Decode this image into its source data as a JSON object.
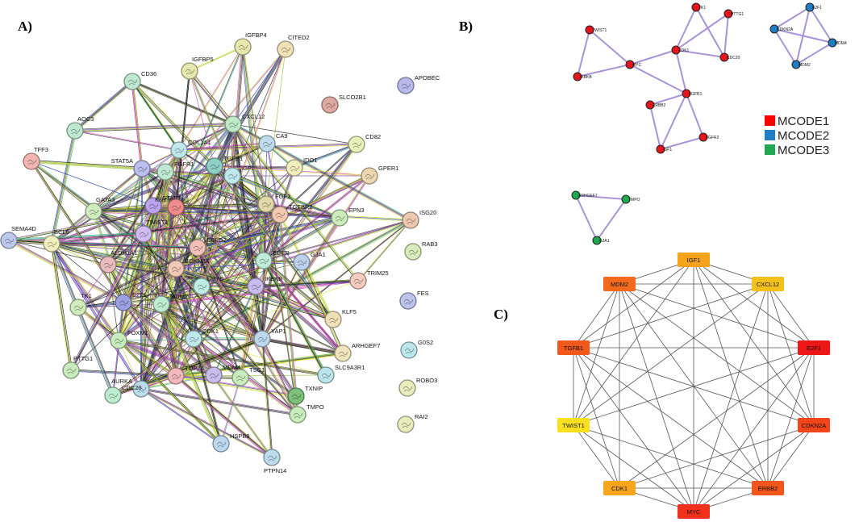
{
  "panel_labels": [
    "A)",
    "B)",
    "C)"
  ],
  "panelA": {
    "nodes": [
      {
        "id": "IGFBP4",
        "color": "#e6e8b0"
      },
      {
        "id": "CITED2",
        "color": "#f0e2b6"
      },
      {
        "id": "IGFBP5",
        "color": "#e6e8b0"
      },
      {
        "id": "APOBEC",
        "color": "#b7b9e8"
      },
      {
        "id": "CD36",
        "color": "#bfe8d0"
      },
      {
        "id": "SLCO2B1",
        "color": "#dfa9a0"
      },
      {
        "id": "AOC3",
        "color": "#bfe8d0"
      },
      {
        "id": "CXCL12",
        "color": "#bfe8c8"
      },
      {
        "id": "CA9",
        "color": "#bfdcec"
      },
      {
        "id": "CD82",
        "color": "#e6f0b8"
      },
      {
        "id": "TFF3",
        "color": "#f2b6b0"
      },
      {
        "id": "COL1A1",
        "color": "#bfe8ec"
      },
      {
        "id": "IDO1",
        "color": "#f0eebc"
      },
      {
        "id": "STAT5A",
        "color": "#bcbff0"
      },
      {
        "id": "FGFR1",
        "color": "#bfe8d0"
      },
      {
        "id": "TGFB1",
        "color": "#8ed0c4"
      },
      {
        "id": "GPER1",
        "color": "#ecd8b0"
      },
      {
        "id": "IGF1",
        "color": "#bfe8ec"
      },
      {
        "id": "STAT3",
        "color": "#bca4ec"
      },
      {
        "id": "KRT",
        "color": "#f08c8c"
      },
      {
        "id": "GATA3",
        "color": "#d0ecbc"
      },
      {
        "id": "FGF2",
        "color": "#e2d8a8"
      },
      {
        "id": "TGFBR2",
        "color": "#f2c8b0"
      },
      {
        "id": "ISG20",
        "color": "#ecc8b0"
      },
      {
        "id": "SEMA4D",
        "color": "#bcc8ec"
      },
      {
        "id": "TWIST1",
        "color": "#d0bcf0"
      },
      {
        "id": "EPN3",
        "color": "#ccecbc"
      },
      {
        "id": "BCL6",
        "color": "#f0eebc"
      },
      {
        "id": "RAB3",
        "color": "#d8ecbc"
      },
      {
        "id": "ERBB2",
        "color": "#f2c0b8"
      },
      {
        "id": "ALDH1A1",
        "color": "#e8bcc0"
      },
      {
        "id": "CDKN2A",
        "color": "#f2c8b8"
      },
      {
        "id": "EGFR",
        "color": "#bfecd8"
      },
      {
        "id": "GJA1",
        "color": "#bcd0ec"
      },
      {
        "id": "TRIM25",
        "color": "#f2ccbc"
      },
      {
        "id": "MYC",
        "color": "#bfece4"
      },
      {
        "id": "IKBKB",
        "color": "#c8bcec"
      },
      {
        "id": "TK1",
        "color": "#d0ecbc"
      },
      {
        "id": "E2F1",
        "color": "#9ca0e0"
      },
      {
        "id": "MDM2",
        "color": "#bfecd0"
      },
      {
        "id": "FES",
        "color": "#bcc4ec"
      },
      {
        "id": "KLF5",
        "color": "#f0e0b8"
      },
      {
        "id": "FOXM1",
        "color": "#c8ecbc"
      },
      {
        "id": "CDK1",
        "color": "#bfe8ec"
      },
      {
        "id": "YAP1",
        "color": "#bcd8ec"
      },
      {
        "id": "ARHGEF7",
        "color": "#f0e4bc"
      },
      {
        "id": "G0S2",
        "color": "#bce8ec"
      },
      {
        "id": "PTTG1",
        "color": "#c8ecbc"
      },
      {
        "id": "TOP2A",
        "color": "#f2b8bc"
      },
      {
        "id": "AURKA",
        "color": "#bcdcec"
      },
      {
        "id": "MDM4",
        "color": "#c8bcec"
      },
      {
        "id": "TSC1",
        "color": "#c8ecbc"
      },
      {
        "id": "SLC9A3R1",
        "color": "#bce4ec"
      },
      {
        "id": "CDC20",
        "color": "#bfecd0"
      },
      {
        "id": "TXNIP",
        "color": "#7cc07c"
      },
      {
        "id": "ROBO3",
        "color": "#e6ecbc"
      },
      {
        "id": "TMPO",
        "color": "#c8ecbc"
      },
      {
        "id": "RAI2",
        "color": "#e6ecbc"
      },
      {
        "id": "HSPB8",
        "color": "#bcd8ec"
      },
      {
        "id": "PTPN14",
        "color": "#bcdcec"
      }
    ]
  },
  "panelB": {
    "legend": [
      {
        "label": "MCODE1",
        "color": "#ff0000"
      },
      {
        "label": "MCODE2",
        "color": "#1f7fc4"
      },
      {
        "label": "MCODE3",
        "color": "#1fa850"
      }
    ],
    "clusters": [
      {
        "name": "MCODE1",
        "color": "#e8141c",
        "nodes": [
          "TK1",
          "PTTG1",
          "TWIST1",
          "CDK1",
          "MYC",
          "CDC20",
          "IKBKB",
          "FGFR1",
          "ERBB2",
          "IGF1",
          "FGFR2"
        ]
      },
      {
        "name": "MCODE2",
        "color": "#1f7fc4",
        "nodes": [
          "E2F1",
          "CDKN2A",
          "MDM4",
          "MDM2"
        ]
      },
      {
        "name": "MCODE3",
        "color": "#1fa850",
        "nodes": [
          "ARHGEF7",
          "TMPO",
          "GJA1"
        ]
      }
    ]
  },
  "panelC": {
    "nodes": [
      {
        "id": "IGF1",
        "color": "#f7a21b"
      },
      {
        "id": "CXCL12",
        "color": "#f5c01a"
      },
      {
        "id": "E2F1",
        "color": "#ee1616"
      },
      {
        "id": "CDKN2A",
        "color": "#f2451c"
      },
      {
        "id": "ERBB2",
        "color": "#f2561c"
      },
      {
        "id": "MYC",
        "color": "#f0301a"
      },
      {
        "id": "CDK1",
        "color": "#f7a61b"
      },
      {
        "id": "TWIST1",
        "color": "#f8e01f"
      },
      {
        "id": "TGFB1",
        "color": "#f2571c"
      },
      {
        "id": "MDM2",
        "color": "#f26a1c"
      }
    ]
  }
}
